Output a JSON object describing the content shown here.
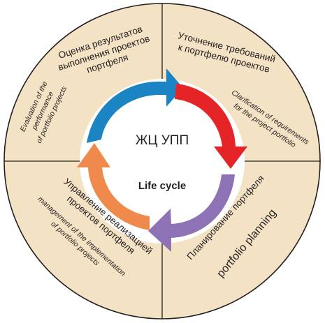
{
  "center": {
    "title": "ЖЦ УПП",
    "subtitle": "Life cycle"
  },
  "quadrants": {
    "top_left": {
      "ru": [
        "Оценка результатов",
        "выполнения проектов",
        "портфеля"
      ],
      "en": [
        "Evaluation of the",
        "performance",
        "of portfolio projects"
      ]
    },
    "top_right": {
      "ru": [
        "Уточнение требований",
        "к портфелю проектов"
      ],
      "en": [
        "Clarification of requirements",
        "for the project portfolio"
      ]
    },
    "bottom_left": {
      "ru": [
        "Управление реализацией",
        "проектов портфеля"
      ],
      "en": [
        "management of the implementation",
        "of portfolio projects"
      ]
    },
    "bottom_right": {
      "ru": [
        "Планирование портфеля"
      ],
      "en": [
        "portfolio planning"
      ]
    }
  },
  "colors": {
    "disk": "#f4e2c4",
    "outline": "#231f20",
    "arrow_blue": "#1b84c3",
    "arrow_red": "#e52427",
    "arrow_purple": "#8d73b5",
    "arrow_orange": "#f08a4c"
  }
}
